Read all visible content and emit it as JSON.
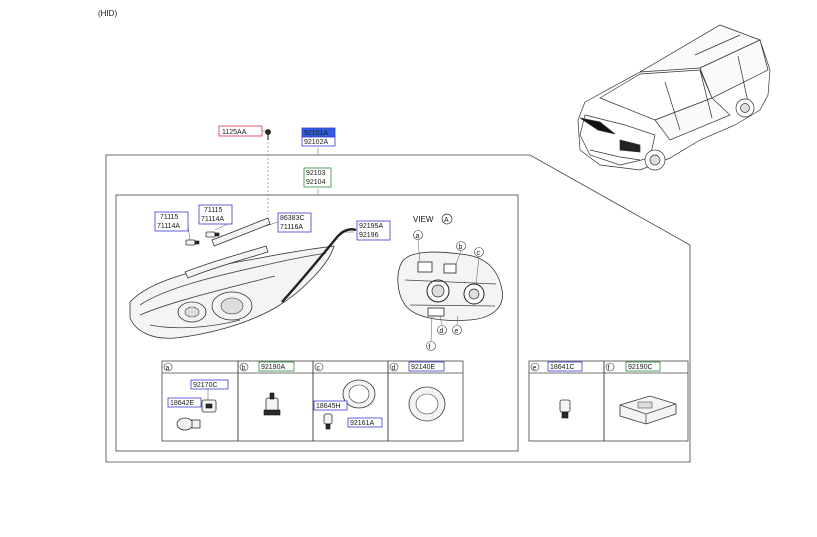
{
  "variant": "(HID)",
  "view_label": "VIEW",
  "view_letter": "A",
  "callouts": {
    "c1125AA": "1125AA",
    "c92101A": "92101A",
    "c92102A": "92102A",
    "c92103": "92103",
    "c92104": "92104",
    "c86383C": "86383C",
    "c71116A": "71116A",
    "c92195A": "92195A",
    "c92196": "92196",
    "c71115a": "71115",
    "c71114Aa": "71114A",
    "c71115b": "71115",
    "c71114Ab": "71114A",
    "c92170C": "92170C",
    "c18642E": "18642E",
    "c18645H": "18645H",
    "c92161A": "92161A"
  },
  "view_points": [
    "a",
    "b",
    "c",
    "d",
    "e",
    "f"
  ],
  "panels": [
    {
      "letter": "a",
      "code": ""
    },
    {
      "letter": "b",
      "code": "92190A"
    },
    {
      "letter": "c",
      "code": ""
    },
    {
      "letter": "d",
      "code": "92140E"
    },
    {
      "letter": "e",
      "code": "18641C"
    },
    {
      "letter": "f",
      "code": "92190C"
    }
  ],
  "colors": {
    "red_box": "#d8344a",
    "blue_box": "#3a3ad0",
    "green_box": "#2e8b3a",
    "blue_fill": "#2f5fe0",
    "line": "#444444"
  }
}
